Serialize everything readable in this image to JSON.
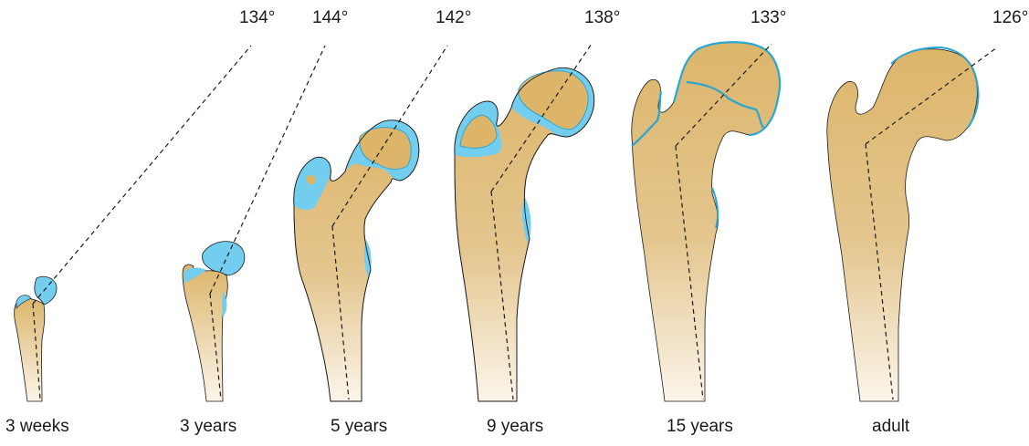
{
  "stages": [
    {
      "age": "3 weeks",
      "angle": "134°"
    },
    {
      "age": "3 years",
      "angle": "144°"
    },
    {
      "age": "5 years",
      "angle": "142°"
    },
    {
      "age": "9 years",
      "angle": "138°"
    },
    {
      "age": "15 years",
      "angle": "133°"
    },
    {
      "age": "adult",
      "angle": "126°"
    }
  ],
  "colors": {
    "bone": "#dcb56a",
    "bone_fade": "#fbf5ea",
    "cartilage": "#73cdef",
    "outline": "#1a1a1a",
    "growth_line": "#2aa6d4"
  }
}
